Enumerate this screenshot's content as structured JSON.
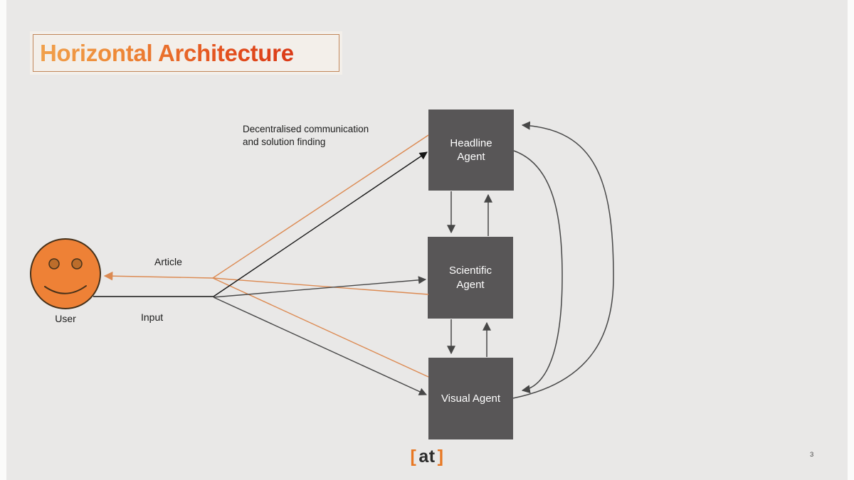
{
  "slide": {
    "title": "Horizontal Architecture",
    "page_number": "3",
    "logo": {
      "bracket_open": "[",
      "text": "at",
      "bracket_close": "]"
    }
  },
  "diagram": {
    "user_label": "User",
    "annotation": "Decentralised communication\nand solution finding",
    "edge_labels": {
      "article": "Article",
      "input": "Input"
    },
    "agents": {
      "headline": "Headline\nAgent",
      "scientific": "Scientific\nAgent",
      "visual": "Visual Agent"
    },
    "colors": {
      "background": "#e9e8e7",
      "agent_box": "#585657",
      "agent_text": "#ffffff",
      "orange_line": "#dc8a52",
      "black_line": "#151515",
      "gray_line": "#474747",
      "face_fill": "#ee8136",
      "face_feature": "#46311a",
      "face_eye": "#bc6d2b",
      "title_border": "#c1875a",
      "title_gradient_start": "#f0a04b",
      "title_gradient_end": "#da3a17",
      "logo_bracket": "#e87722"
    }
  }
}
